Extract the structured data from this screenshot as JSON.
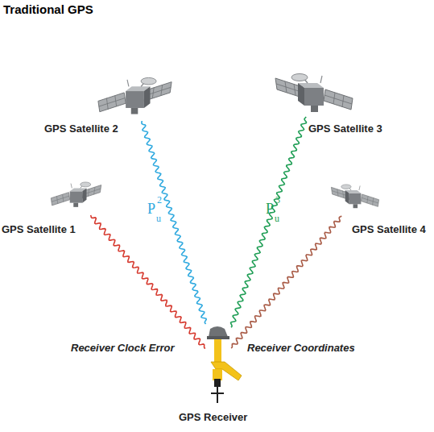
{
  "diagram": {
    "title": "Traditional GPS",
    "nodes": [
      {
        "text": [
          "GPS Satellite 1"
        ]
      },
      {
        "text": [
          "GPS Satellite 2"
        ]
      },
      {
        "text": [
          "GPS Satellite 3"
        ]
      },
      {
        "text": [
          "GPS Satellite 4"
        ]
      },
      {
        "text": [
          "GPS Receiver"
        ]
      }
    ],
    "edges": [
      {
        "from": 0,
        "to": 4,
        "arrow": "none"
      },
      {
        "from": 1,
        "to": 4,
        "label": "P",
        "arrow": "none"
      },
      {
        "from": 2,
        "to": 4,
        "label": "P",
        "arrow": "none"
      },
      {
        "from": 3,
        "to": 4,
        "arrow": "none"
      }
    ],
    "labels": [
      "2",
      "u",
      "3",
      "u",
      "Receiver Clock Error",
      "Receiver Coordinates"
    ]
  }
}
